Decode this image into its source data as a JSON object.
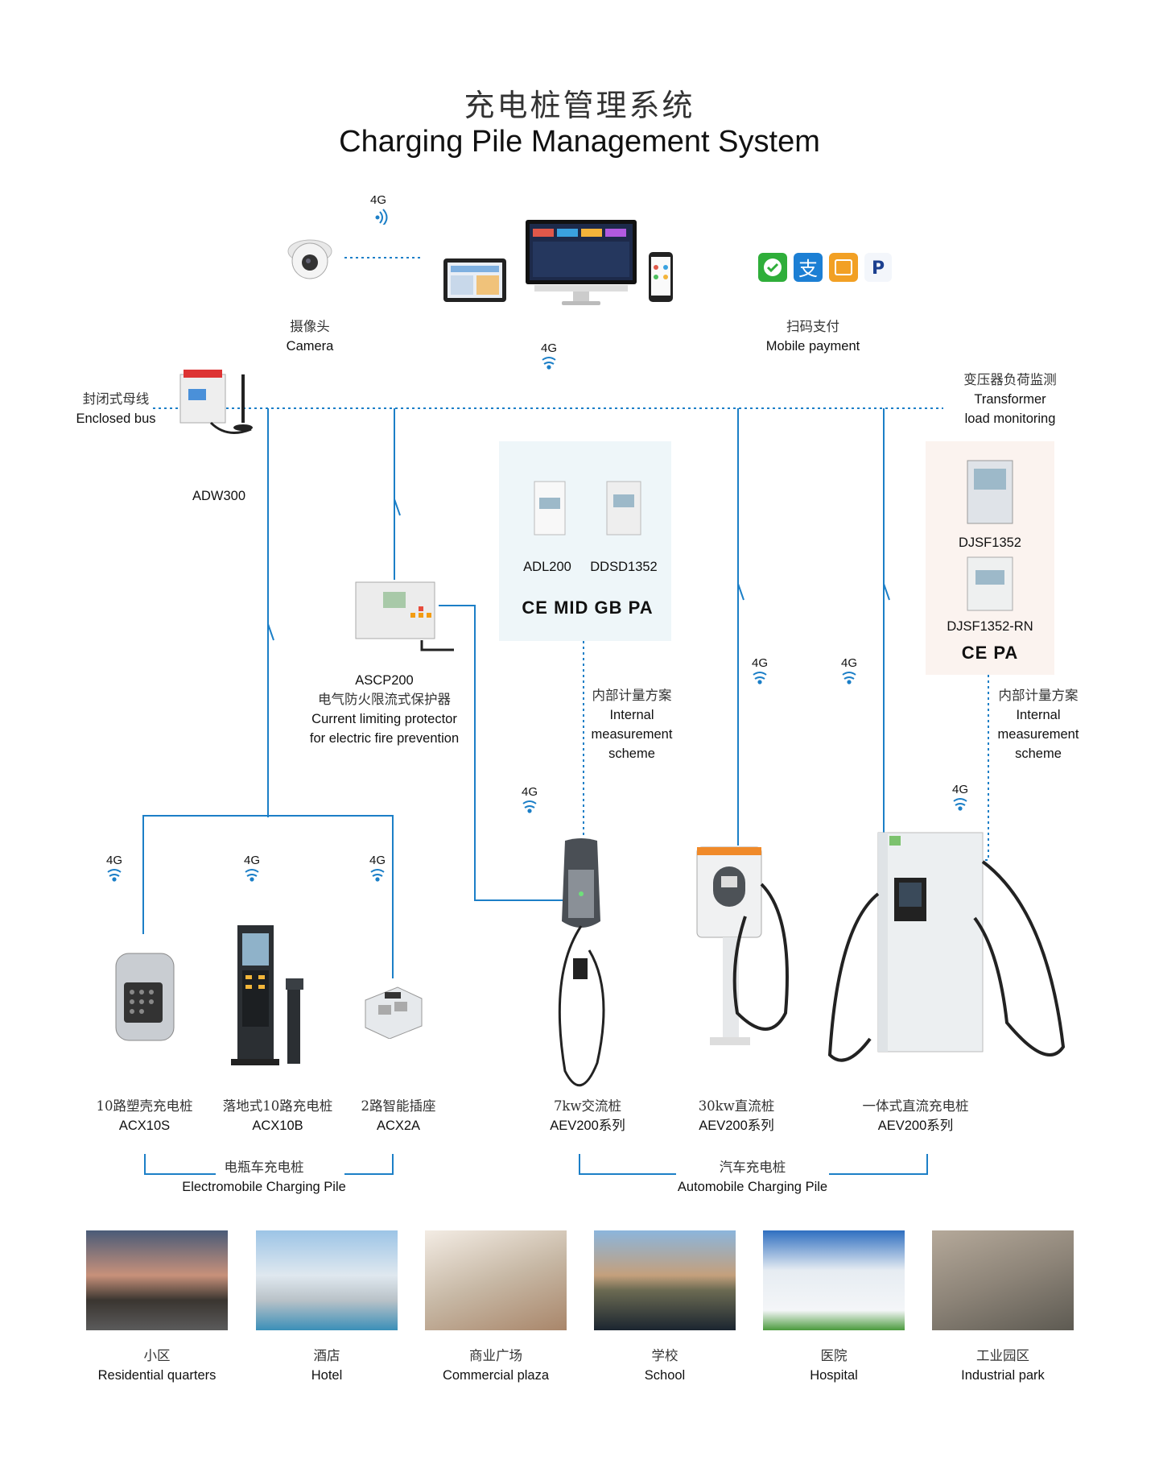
{
  "title": {
    "cn": "充电桩管理系统",
    "en": "Charging Pile Management System"
  },
  "top": {
    "camera": {
      "cn": "摄像头",
      "en": "Camera"
    },
    "mobile_payment": {
      "cn": "扫码支付",
      "en": "Mobile payment"
    },
    "signal_top": "4G",
    "signal_center": "4G"
  },
  "bus": {
    "enclosed_bus": {
      "cn": "封闭式母线",
      "en": "Enclosed bus"
    },
    "adw300": "ADW300",
    "transformer": {
      "cn": "变压器负荷监测",
      "en1": "Transformer",
      "en2": "load monitoring"
    }
  },
  "ascp": {
    "model": "ASCP200",
    "cn": "电气防火限流式保护器",
    "en1": "Current limiting protector",
    "en2": "for electric fire prevention"
  },
  "meter_panel": {
    "m1": "ADL200",
    "m2": "DDSD1352",
    "certs": "CE MID GB PA"
  },
  "right_panel": {
    "m1": "DJSF1352",
    "m2": "DJSF1352-RN",
    "certs": "CE PA"
  },
  "internal_measurement": {
    "cn": "内部计量方案",
    "en1": "Internal",
    "en2": "measurement",
    "en3": "scheme"
  },
  "signals": [
    "4G",
    "4G",
    "4G",
    "4G",
    "4G",
    "4G",
    "4G"
  ],
  "products": [
    {
      "cn": "10路塑壳充电桩",
      "en": "ACX10S"
    },
    {
      "cn": "落地式10路充电桩",
      "en": "ACX10B"
    },
    {
      "cn": "2路智能插座",
      "en": "ACX2A"
    },
    {
      "cn": "7kw交流桩",
      "en": "AEV200系列"
    },
    {
      "cn": "30kw直流桩",
      "en": "AEV200系列"
    },
    {
      "cn": "一体式直流充电桩",
      "en": "AEV200系列"
    }
  ],
  "groups": {
    "electromobile": {
      "cn": "电瓶车充电桩",
      "en": "Electromobile Charging Pile"
    },
    "automobile": {
      "cn": "汽车充电桩",
      "en": "Automobile Charging Pile"
    }
  },
  "scenes": [
    {
      "cn": "小区",
      "en": "Residential quarters"
    },
    {
      "cn": "酒店",
      "en": "Hotel"
    },
    {
      "cn": "商业广场",
      "en": "Commercial plaza"
    },
    {
      "cn": "学校",
      "en": "School"
    },
    {
      "cn": "医院",
      "en": "Hospital"
    },
    {
      "cn": "工业园区",
      "en": "Industrial park"
    }
  ],
  "colors": {
    "line": "#1c7fc7",
    "dotted": "#1c7fc7",
    "panel": "#eef6f9",
    "panel2": "#fbf3ef"
  }
}
